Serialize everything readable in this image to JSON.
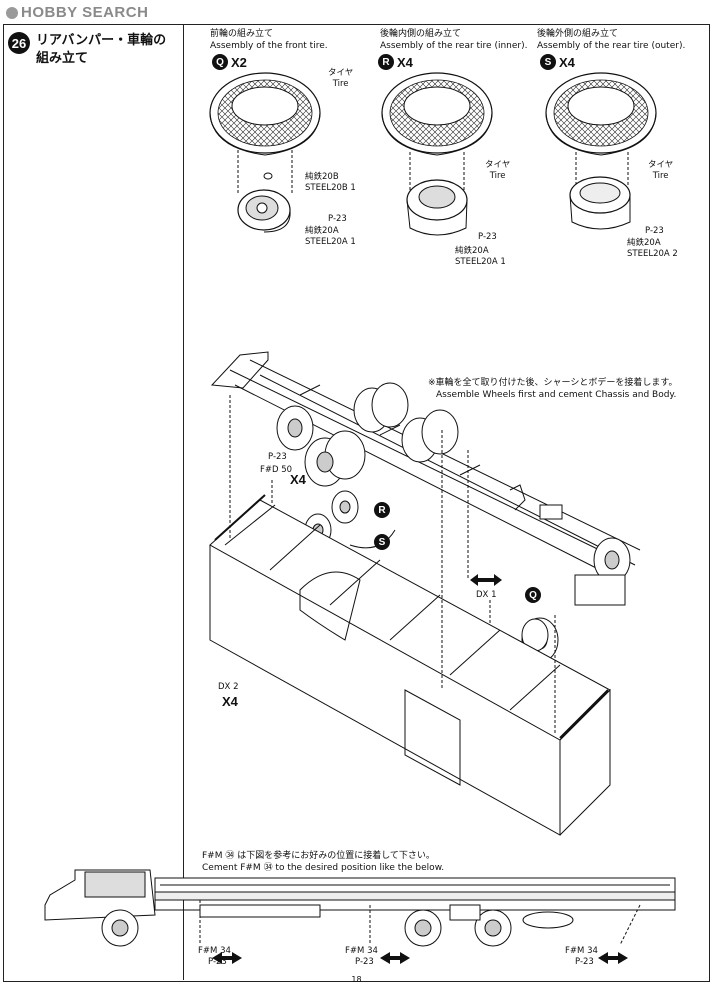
{
  "watermark": {
    "brand": "HOBBY SEARCH"
  },
  "step": {
    "number": "26",
    "title": "リアバンパー・車輪の組み立て"
  },
  "subassemblies": [
    {
      "title_jp": "前輪の組み立て",
      "title_en": "Assembly of the front tire.",
      "marker": "Q",
      "qty": "X2",
      "labels": {
        "tire_jp": "タイヤ",
        "tire_en": "Tire",
        "part1_jp": "純鉄20B",
        "part1_en": "STEEL20B",
        "part1_num": "1",
        "paint": "P-23",
        "part2_jp": "純鉄20A",
        "part2_en": "STEEL20A",
        "part2_num": "1"
      }
    },
    {
      "title_jp": "後輪内側の組み立て",
      "title_en": "Assembly of the rear tire (inner).",
      "marker": "R",
      "qty": "X4",
      "labels": {
        "tire_jp": "タイヤ",
        "tire_en": "Tire",
        "paint": "P-23",
        "part1_jp": "純鉄20A",
        "part1_en": "STEEL20A",
        "part1_num": "1"
      }
    },
    {
      "title_jp": "後輪外側の組み立て",
      "title_en": "Assembly of the rear tire (outer).",
      "marker": "S",
      "qty": "X4",
      "labels": {
        "tire_jp": "タイヤ",
        "tire_en": "Tire",
        "paint": "P-23",
        "part1_jp": "純鉄20A",
        "part1_en": "STEEL20A",
        "part1_num": "2"
      }
    }
  ],
  "main": {
    "note_jp": "※車輪を全て取り付けた後、シャーシとボデーを接着します。",
    "note_en": "Assemble Wheels first and cement Chassis and Body.",
    "paint_fd": "P-23",
    "part_fd": "F#D",
    "part_fd_num": "50",
    "qty_fd": "X4",
    "part_dx1": "DX",
    "part_dx1_num": "1",
    "part_dx2": "DX",
    "part_dx2_num": "2",
    "qty_dx2": "X4",
    "markers": [
      "R",
      "S",
      "Q"
    ]
  },
  "bottom": {
    "note_jp": "F#M ㉞ は下図を参考にお好みの位置に接着して下さい。",
    "note_en": "Cement F#M ㉞ to the desired position like the below.",
    "callouts": [
      {
        "part": "F#M",
        "num": "34",
        "paint": "P-23"
      },
      {
        "part": "F#M",
        "num": "34",
        "paint": "P-23"
      },
      {
        "part": "F#M",
        "num": "34",
        "paint": "P-23"
      }
    ]
  },
  "page_number": "18"
}
